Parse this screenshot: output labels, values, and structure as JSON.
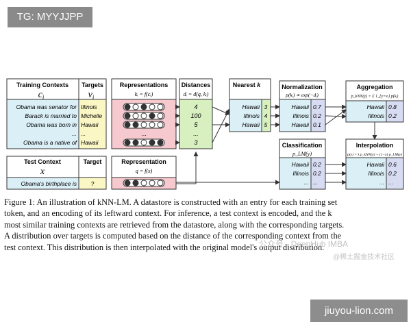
{
  "watermark_top": "TG: MYYJJPP",
  "watermark_bottom": "jiuyou-lion.com",
  "faint_watermark_1": "公众号 · DeepHub IMBA",
  "faint_watermark_2": "@稀土掘金技术社区",
  "figure": {
    "training": {
      "header_contexts": "Training Contexts",
      "symbol_contexts": "c",
      "symbol_contexts_sub": "i",
      "header_targets": "Targets",
      "symbol_targets": "v",
      "symbol_targets_sub": "i",
      "rows": [
        {
          "context": "Obama was senator for",
          "target": "Illinois"
        },
        {
          "context": "Barack is married to",
          "target": "Michelle"
        },
        {
          "context": "Obama was born in",
          "target": "Hawaii"
        },
        {
          "context": "...",
          "target": "..."
        },
        {
          "context": "Obama is a native of",
          "target": "Hawaii"
        }
      ]
    },
    "representations": {
      "header": "Representations",
      "formula": "kᵢ = f(cᵢ)",
      "ellipsis": "..."
    },
    "distances": {
      "header": "Distances",
      "formula": "dᵢ = d(q, kᵢ)",
      "values": [
        "4",
        "100",
        "5",
        "...",
        "3"
      ]
    },
    "nearest": {
      "header": "Nearest",
      "header_k": "k",
      "rows": [
        {
          "target": "Hawaii",
          "distance": "3"
        },
        {
          "target": "Illinois",
          "distance": "4"
        },
        {
          "target": "Hawaii",
          "distance": "5"
        }
      ]
    },
    "normalization": {
      "header": "Normalization",
      "formula": "p(kᵢ) ∝ exp(−dᵢ)",
      "rows": [
        {
          "target": "Hawaii",
          "prob": "0.7"
        },
        {
          "target": "Illinois",
          "prob": "0.2"
        },
        {
          "target": "Hawaii",
          "prob": "0.1"
        }
      ]
    },
    "aggregation": {
      "header": "Aggregation",
      "formula": "p_kNN(y) = Σ 1_{y=vᵢ} p(kᵢ)",
      "rows": [
        {
          "target": "Hawaii",
          "prob": "0.8"
        },
        {
          "target": "Illinois",
          "prob": "0.2"
        }
      ]
    },
    "classification": {
      "header": "Classification",
      "formula": "p_LM(y)",
      "rows": [
        {
          "target": "Hawaii",
          "prob": "0.2"
        },
        {
          "target": "Illinois",
          "prob": "0.2"
        },
        {
          "target": "...",
          "prob": "..."
        }
      ]
    },
    "interpolation": {
      "header": "Interpolation",
      "formula": "p(y) = λ p_kNN(y) + (1−λ) p_LM(y)",
      "rows": [
        {
          "target": "Hawaii",
          "prob": "0.6"
        },
        {
          "target": "Illinois",
          "prob": "0.2"
        },
        {
          "target": "...",
          "prob": "..."
        }
      ]
    },
    "test": {
      "header_context": "Test Context",
      "symbol_context": "x",
      "header_target": "Target",
      "context": "Obama's birthplace is",
      "target": "?"
    },
    "test_representation": {
      "header": "Representation",
      "formula": "q = f(x)"
    }
  },
  "caption_lines": [
    "Figure 1: An illustration of kNN-LM. A datastore is constructed with an entry for each training set",
    "token, and an encoding of its leftward context. For inference, a test context is encoded, and the k",
    "most similar training contexts are retrieved from the datastore, along with the corresponding targets.",
    "A distribution over targets is computed based on the distance of the corresponding context from the",
    "test context. This distribution is then interpolated with the original model's output distribution."
  ]
}
